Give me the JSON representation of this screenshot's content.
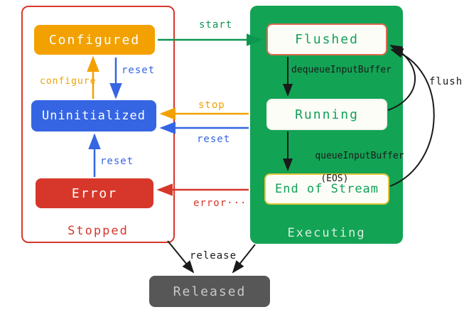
{
  "diagram": {
    "groups": {
      "stopped": {
        "label": "Stopped"
      },
      "executing": {
        "label": "Executing"
      }
    },
    "states": {
      "configured": {
        "label": "Configured"
      },
      "uninitialized": {
        "label": "Uninitialized"
      },
      "error": {
        "label": "Error"
      },
      "flushed": {
        "label": "Flushed"
      },
      "running": {
        "label": "Running"
      },
      "end_of_stream": {
        "label": "End of Stream"
      },
      "released": {
        "label": "Released"
      }
    },
    "transitions": {
      "start": {
        "label": "start"
      },
      "configure": {
        "label": "configure"
      },
      "reset_from_configured": {
        "label": "reset"
      },
      "stop": {
        "label": "stop"
      },
      "reset_from_executing": {
        "label": "reset"
      },
      "reset_from_error": {
        "label": "reset"
      },
      "error": {
        "label": "error···"
      },
      "dequeue_input_buffer": {
        "label": "dequeueInputBuffer"
      },
      "queue_input_buffer": {
        "label": "queueInputBuffer"
      },
      "queue_input_buffer_eos": {
        "label": "(EOS)"
      },
      "flush": {
        "label": "flush"
      },
      "release": {
        "label": "release"
      }
    },
    "colors": {
      "orange": "#f2a100",
      "blue": "#3565e3",
      "red": "#d7372a",
      "green_fill": "#13a355",
      "green_text": "#0e9651",
      "flushed_border": "#d96c4f",
      "eos_border": "#e3c53a",
      "released_bg": "#575757",
      "released_text": "#c8c8c8",
      "black": "#1a1a1a"
    }
  }
}
